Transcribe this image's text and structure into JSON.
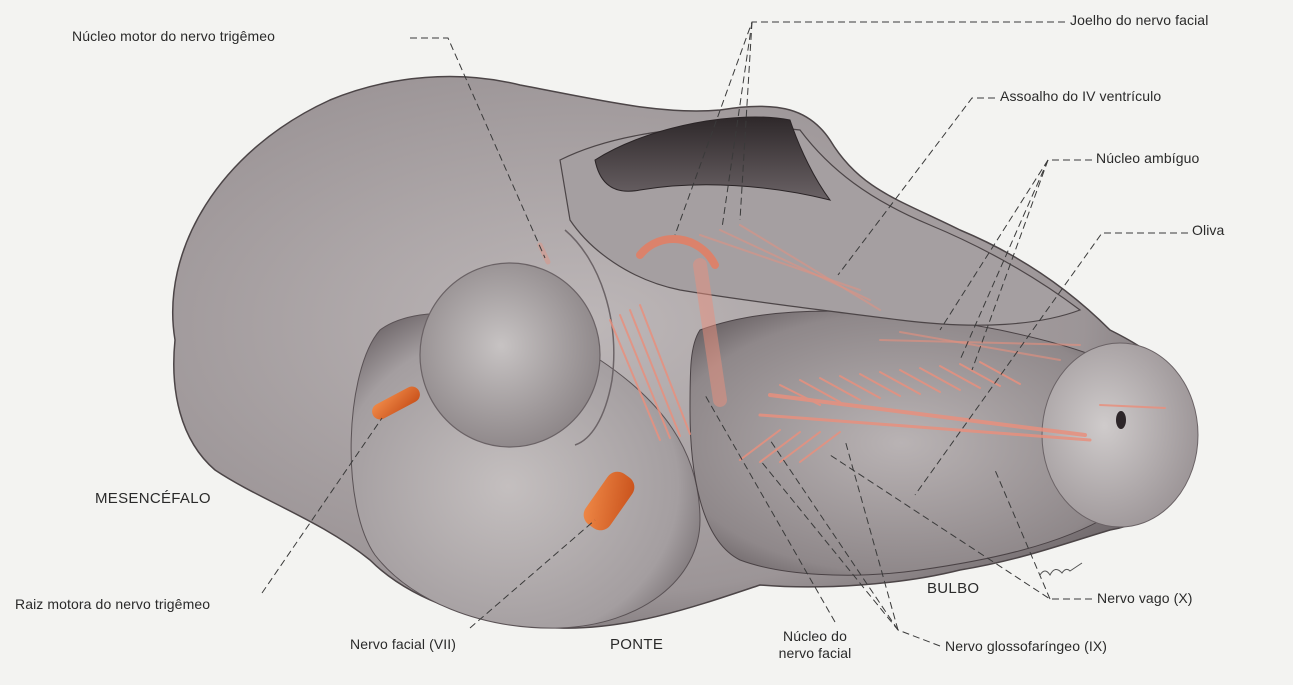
{
  "labels": {
    "nucleo_motor_trigemeo": "Núcleo motor do nervo trigêmeo",
    "joelho_nervo_facial": "Joelho do nervo facial",
    "assoalho_iv_ventriculo": "Assoalho do IV ventrículo",
    "nucleo_ambiguo": "Núcleo ambíguo",
    "oliva": "Oliva",
    "mesencefalo": "MESENCÉFALO",
    "raiz_motora_trigemeo": "Raiz motora do nervo trigêmeo",
    "nervo_facial_vii": "Nervo facial (VII)",
    "ponte": "PONTE",
    "nucleo_do": "Núcleo do",
    "nervo_facial": "nervo facial",
    "bulbo": "BULBO",
    "nervo_vago_x": "Nervo vago (X)",
    "nervo_glossofaringeo_ix": "Nervo glossofaríngeo (IX)"
  },
  "colors": {
    "tissue": "#a8a2a4",
    "tissue_shadow": "#5d5558",
    "nerve_fibers": "#e8907e",
    "nerve_root": "#e8682a"
  }
}
